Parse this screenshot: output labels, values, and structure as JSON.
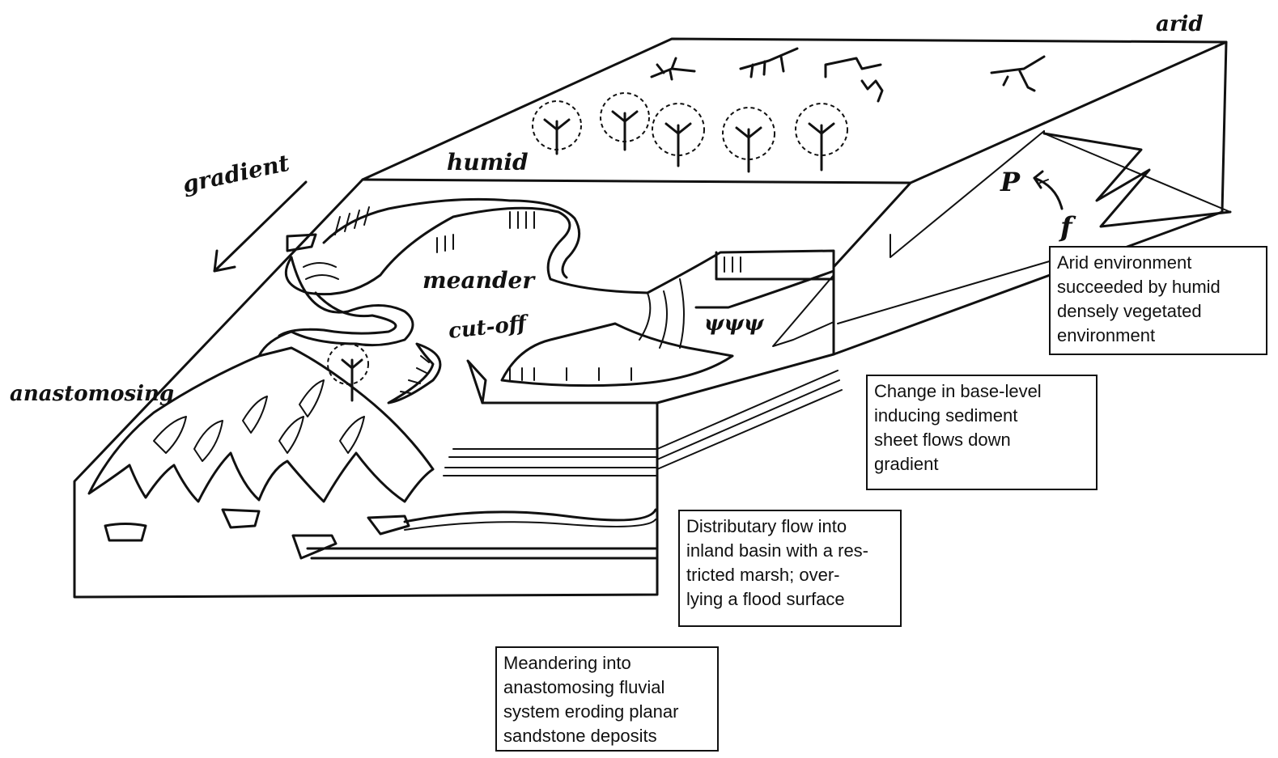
{
  "labels": {
    "arid": "arid",
    "humid": "humid",
    "gradient": "gradient",
    "meander": "meander",
    "cut_off": "cut-off",
    "anastomosing": "anastomosing",
    "p": "P",
    "f": "f"
  },
  "callouts": {
    "arid_env": [
      "Arid environment",
      "succeeded by humid",
      "densely vegetated",
      "environment"
    ],
    "base_level": [
      "Change in base-level",
      "inducing sediment",
      "sheet flows down",
      "gradient"
    ],
    "distributary": [
      "Distributary flow into",
      "inland basin with a res-",
      "tricted marsh; over-",
      "lying a flood surface"
    ],
    "meandering": [
      "Meandering into",
      "anastomosing fluvial",
      "system eroding planar",
      "sandstone deposits"
    ]
  }
}
